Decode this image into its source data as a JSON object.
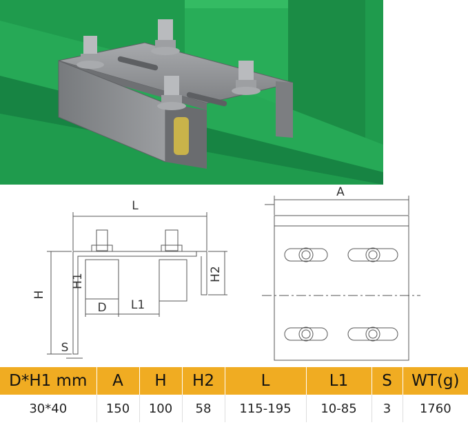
{
  "drawing_labels": {
    "L": "L",
    "A": "A",
    "H": "H",
    "H1": "H1",
    "H2": "H2",
    "D": "D",
    "L1": "L1",
    "S": "S"
  },
  "table": {
    "headers": [
      "D*H1 mm",
      "A",
      "H",
      "H2",
      "L",
      "L1",
      "S",
      "WT(g)"
    ],
    "rows": [
      [
        "30*40",
        "150",
        "100",
        "58",
        "115-195",
        "10-85",
        "3",
        "1760"
      ]
    ]
  },
  "colors": {
    "rail_green": "#1e9a4b",
    "plate_grey": "#8a8c8f",
    "header_orange": "#f0ac22"
  }
}
